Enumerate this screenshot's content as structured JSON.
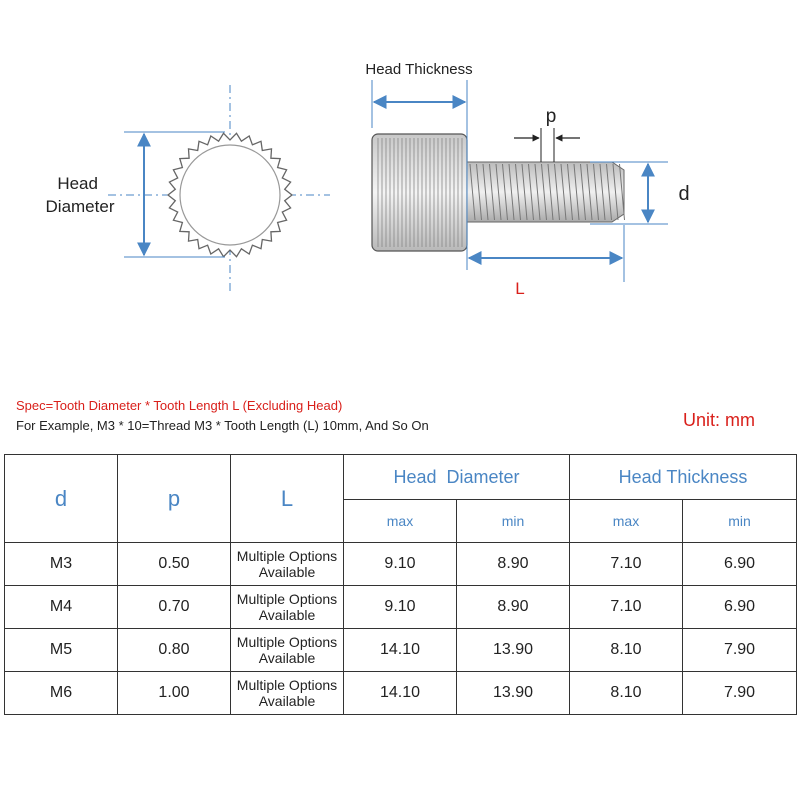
{
  "diagram": {
    "head_diameter_label": [
      "Head",
      "Diameter"
    ],
    "head_thickness_label": "Head Thickness",
    "p_label": "p",
    "d_label": "d",
    "l_label": "L"
  },
  "colors": {
    "accent": "#4a86c4",
    "red": "#d9201b",
    "line": "#333333"
  },
  "spec_line_1": "Spec=Tooth Diameter * Tooth Length L (Excluding Head)",
  "spec_line_2": "For Example, M3 * 10=Thread M3 * Tooth Length (L) 10mm, And So On",
  "unit": "Unit: mm",
  "table": {
    "headers": {
      "d": "d",
      "p": "p",
      "l": "L",
      "head_diameter": "Head  Diameter",
      "head_thickness": "Head Thickness",
      "max": "max",
      "min": "min"
    },
    "rows": [
      {
        "d": "M3",
        "p": "0.50",
        "l": [
          "Multiple Options",
          "Available"
        ],
        "hd_max": "9.10",
        "hd_min": "8.90",
        "ht_max": "7.10",
        "ht_min": "6.90"
      },
      {
        "d": "M4",
        "p": "0.70",
        "l": [
          "Multiple Options",
          "Available"
        ],
        "hd_max": "9.10",
        "hd_min": "8.90",
        "ht_max": "7.10",
        "ht_min": "6.90"
      },
      {
        "d": "M5",
        "p": "0.80",
        "l": [
          "Multiple Options",
          "Available"
        ],
        "hd_max": "14.10",
        "hd_min": "13.90",
        "ht_max": "8.10",
        "ht_min": "7.90"
      },
      {
        "d": "M6",
        "p": "1.00",
        "l": [
          "Multiple Options",
          "Available"
        ],
        "hd_max": "14.10",
        "hd_min": "13.90",
        "ht_max": "8.10",
        "ht_min": "7.90"
      }
    ]
  }
}
